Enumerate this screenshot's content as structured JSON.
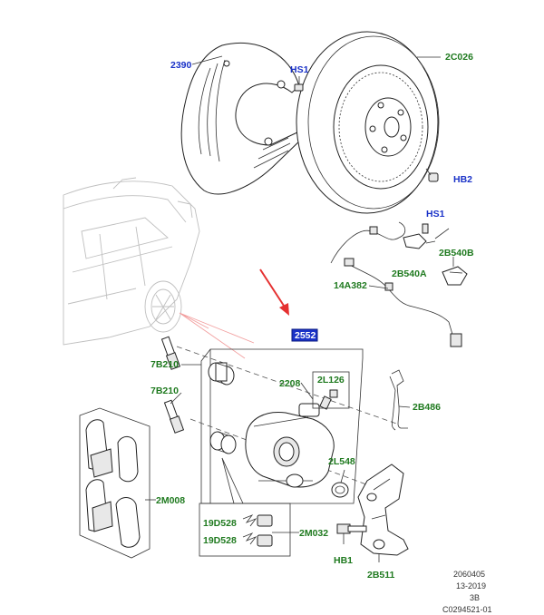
{
  "diagram": {
    "part_labels": {
      "shield": "2390",
      "disc": "2C026",
      "shield_screw": "HS1",
      "disc_screw": "HB2",
      "sensor_screw": "HS1",
      "sensor_clip": "2B540B",
      "sensor_bracket": "2B540A",
      "sensor": "14A382",
      "caliper_assembly": "2552",
      "guide_pin_top": "7B210",
      "guide_pin_bottom": "7B210",
      "caliper": "2208",
      "bleed_screw": "2L126",
      "spring_clip": "2B486",
      "piston_seal": "2L548",
      "pads": "2M008",
      "boot_top": "19D528",
      "boot_bottom": "19D528",
      "boot_kit": "2M032",
      "carrier_bolt": "HB1",
      "carrier": "2B511"
    },
    "reference": {
      "line1": "2060405",
      "line2": "13-2019",
      "line3": "3B",
      "line4": "C0294521-01"
    }
  },
  "colors": {
    "label_green": "#1f7a1f",
    "label_blue": "#1a32c8",
    "selected_label_bg": "#1a32c8",
    "highlight_arrow": "#e53030",
    "vehicle_outline": "#bfbfbf"
  },
  "icons": {
    "highlight_arrow": "red-arrow-icon"
  }
}
